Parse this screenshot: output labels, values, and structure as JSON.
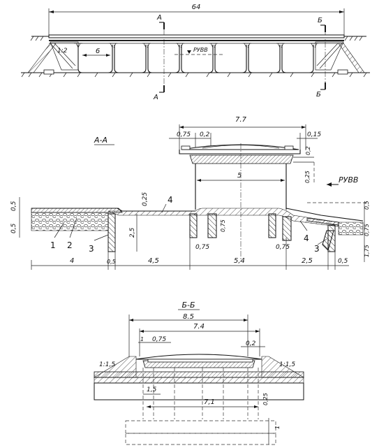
{
  "elevation": {
    "dim_total": "64",
    "section_a_top": "A",
    "section_a_bottom": "A",
    "section_b_top": "Б",
    "section_b_bottom": "Б",
    "slope_label": "1:2",
    "span_label": "6",
    "water_level": "РУВВ"
  },
  "section_aa": {
    "title": "А-А",
    "dims_top": {
      "total": "7.7",
      "d075": "0,75",
      "d02": "0,2",
      "d015": "0,15",
      "d02r": "0,2",
      "d025r": "0,25",
      "pier": "5"
    },
    "water_level": "РУВВ",
    "labels": {
      "left_05": "0,5",
      "left_05b": "0,5",
      "d025": "0,25",
      "d25": "2,5",
      "d075a": "0,75",
      "d075b": "0,75",
      "d075c": "0,75",
      "right_05": "0,5",
      "right_075": "0,75",
      "right_175": "1,75",
      "r05": "0,5"
    },
    "callouts": [
      "1",
      "2",
      "3",
      "4",
      "4",
      "3"
    ],
    "dims_bottom": [
      "4",
      "0,5",
      "4,5",
      "5,4",
      "2,5",
      "0,5"
    ]
  },
  "section_bb": {
    "title": "Б-Б",
    "total": "8.5",
    "inner": "7.4",
    "d1": "1",
    "d075": "0,75",
    "d02": "0,2",
    "slope_left": "1:1,5",
    "slope_right": "1:1,5",
    "d15": "1,5",
    "d71": "7,1",
    "d025": "0,25",
    "d1v": "1"
  }
}
